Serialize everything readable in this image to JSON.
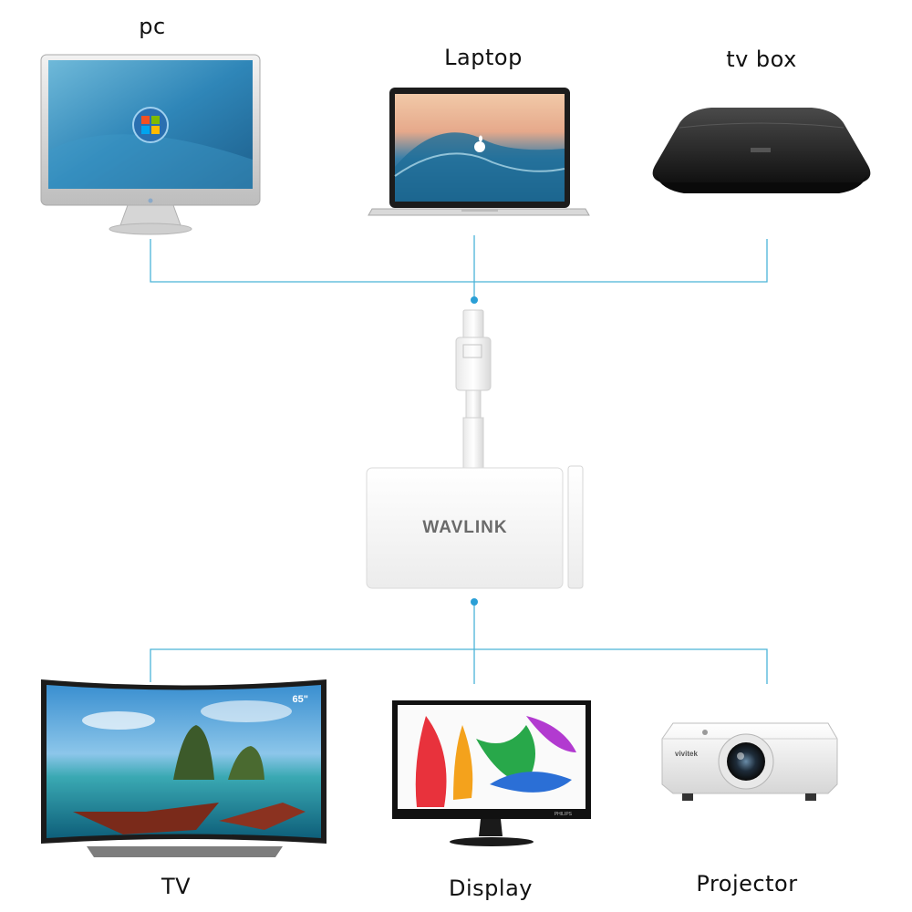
{
  "sources": {
    "pc": {
      "label": "pc",
      "icon": "windows-logo-icon"
    },
    "laptop": {
      "label": "Laptop",
      "icon": "apple-logo-icon"
    },
    "tvbox": {
      "label": "tv box"
    }
  },
  "adapter": {
    "brand": "WAVLINK"
  },
  "outputs": {
    "tv": {
      "label": "TV",
      "badge": "65\""
    },
    "display": {
      "label": "Display",
      "brand": "PHILIPS"
    },
    "projector": {
      "label": "Projector",
      "brand": "vivitek"
    }
  },
  "colors": {
    "connector_line": "#4ab3d8",
    "dot": "#2a9fd6"
  }
}
